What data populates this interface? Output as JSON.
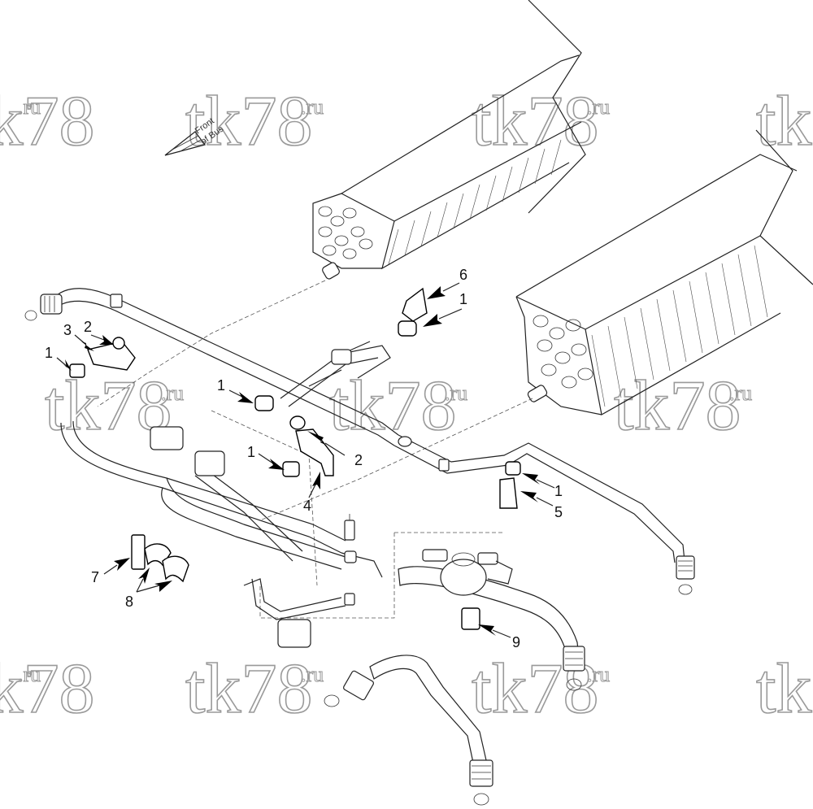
{
  "watermark": {
    "main": "tk78",
    "suffix": ".ru"
  },
  "orientation": {
    "line1": "Front",
    "line2": "of Bus"
  },
  "callouts": [
    {
      "id": "c1a",
      "label": "1"
    },
    {
      "id": "c1b",
      "label": "1"
    },
    {
      "id": "c1c",
      "label": "1"
    },
    {
      "id": "c1d",
      "label": "1"
    },
    {
      "id": "c1e",
      "label": "1"
    },
    {
      "id": "c2a",
      "label": "2"
    },
    {
      "id": "c2b",
      "label": "2"
    },
    {
      "id": "c3",
      "label": "3"
    },
    {
      "id": "c4",
      "label": "4"
    },
    {
      "id": "c5",
      "label": "5"
    },
    {
      "id": "c6",
      "label": "6"
    },
    {
      "id": "c7",
      "label": "7"
    },
    {
      "id": "c8",
      "label": "8"
    },
    {
      "id": "c9",
      "label": "9"
    }
  ]
}
